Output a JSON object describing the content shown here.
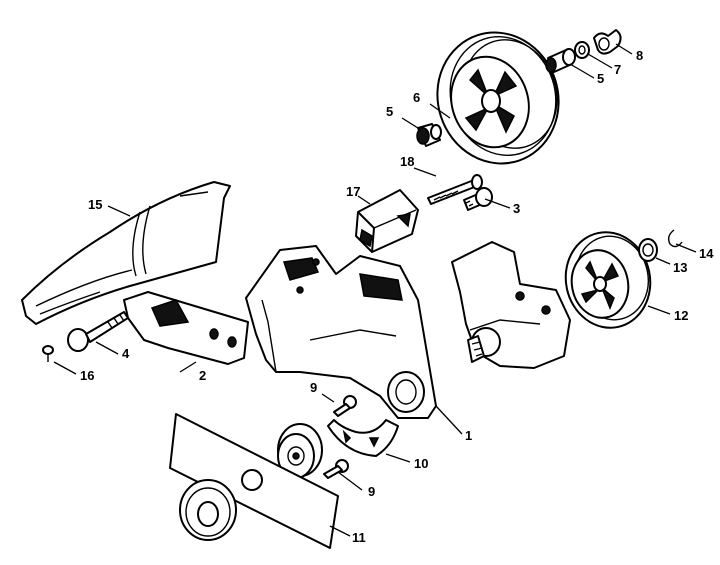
{
  "callouts": [
    {
      "id": "1",
      "text": "1"
    },
    {
      "id": "2",
      "text": "2"
    },
    {
      "id": "3",
      "text": "3"
    },
    {
      "id": "4",
      "text": "4"
    },
    {
      "id": "5a",
      "text": "5"
    },
    {
      "id": "5b",
      "text": "5"
    },
    {
      "id": "6",
      "text": "6"
    },
    {
      "id": "7",
      "text": "7"
    },
    {
      "id": "8",
      "text": "8"
    },
    {
      "id": "9a",
      "text": "9"
    },
    {
      "id": "9b",
      "text": "9"
    },
    {
      "id": "10",
      "text": "10"
    },
    {
      "id": "11",
      "text": "11"
    },
    {
      "id": "12",
      "text": "12"
    },
    {
      "id": "13",
      "text": "13"
    },
    {
      "id": "14",
      "text": "14"
    },
    {
      "id": "15",
      "text": "15"
    },
    {
      "id": "16",
      "text": "16"
    },
    {
      "id": "17",
      "text": "17"
    },
    {
      "id": "18",
      "text": "18"
    }
  ]
}
